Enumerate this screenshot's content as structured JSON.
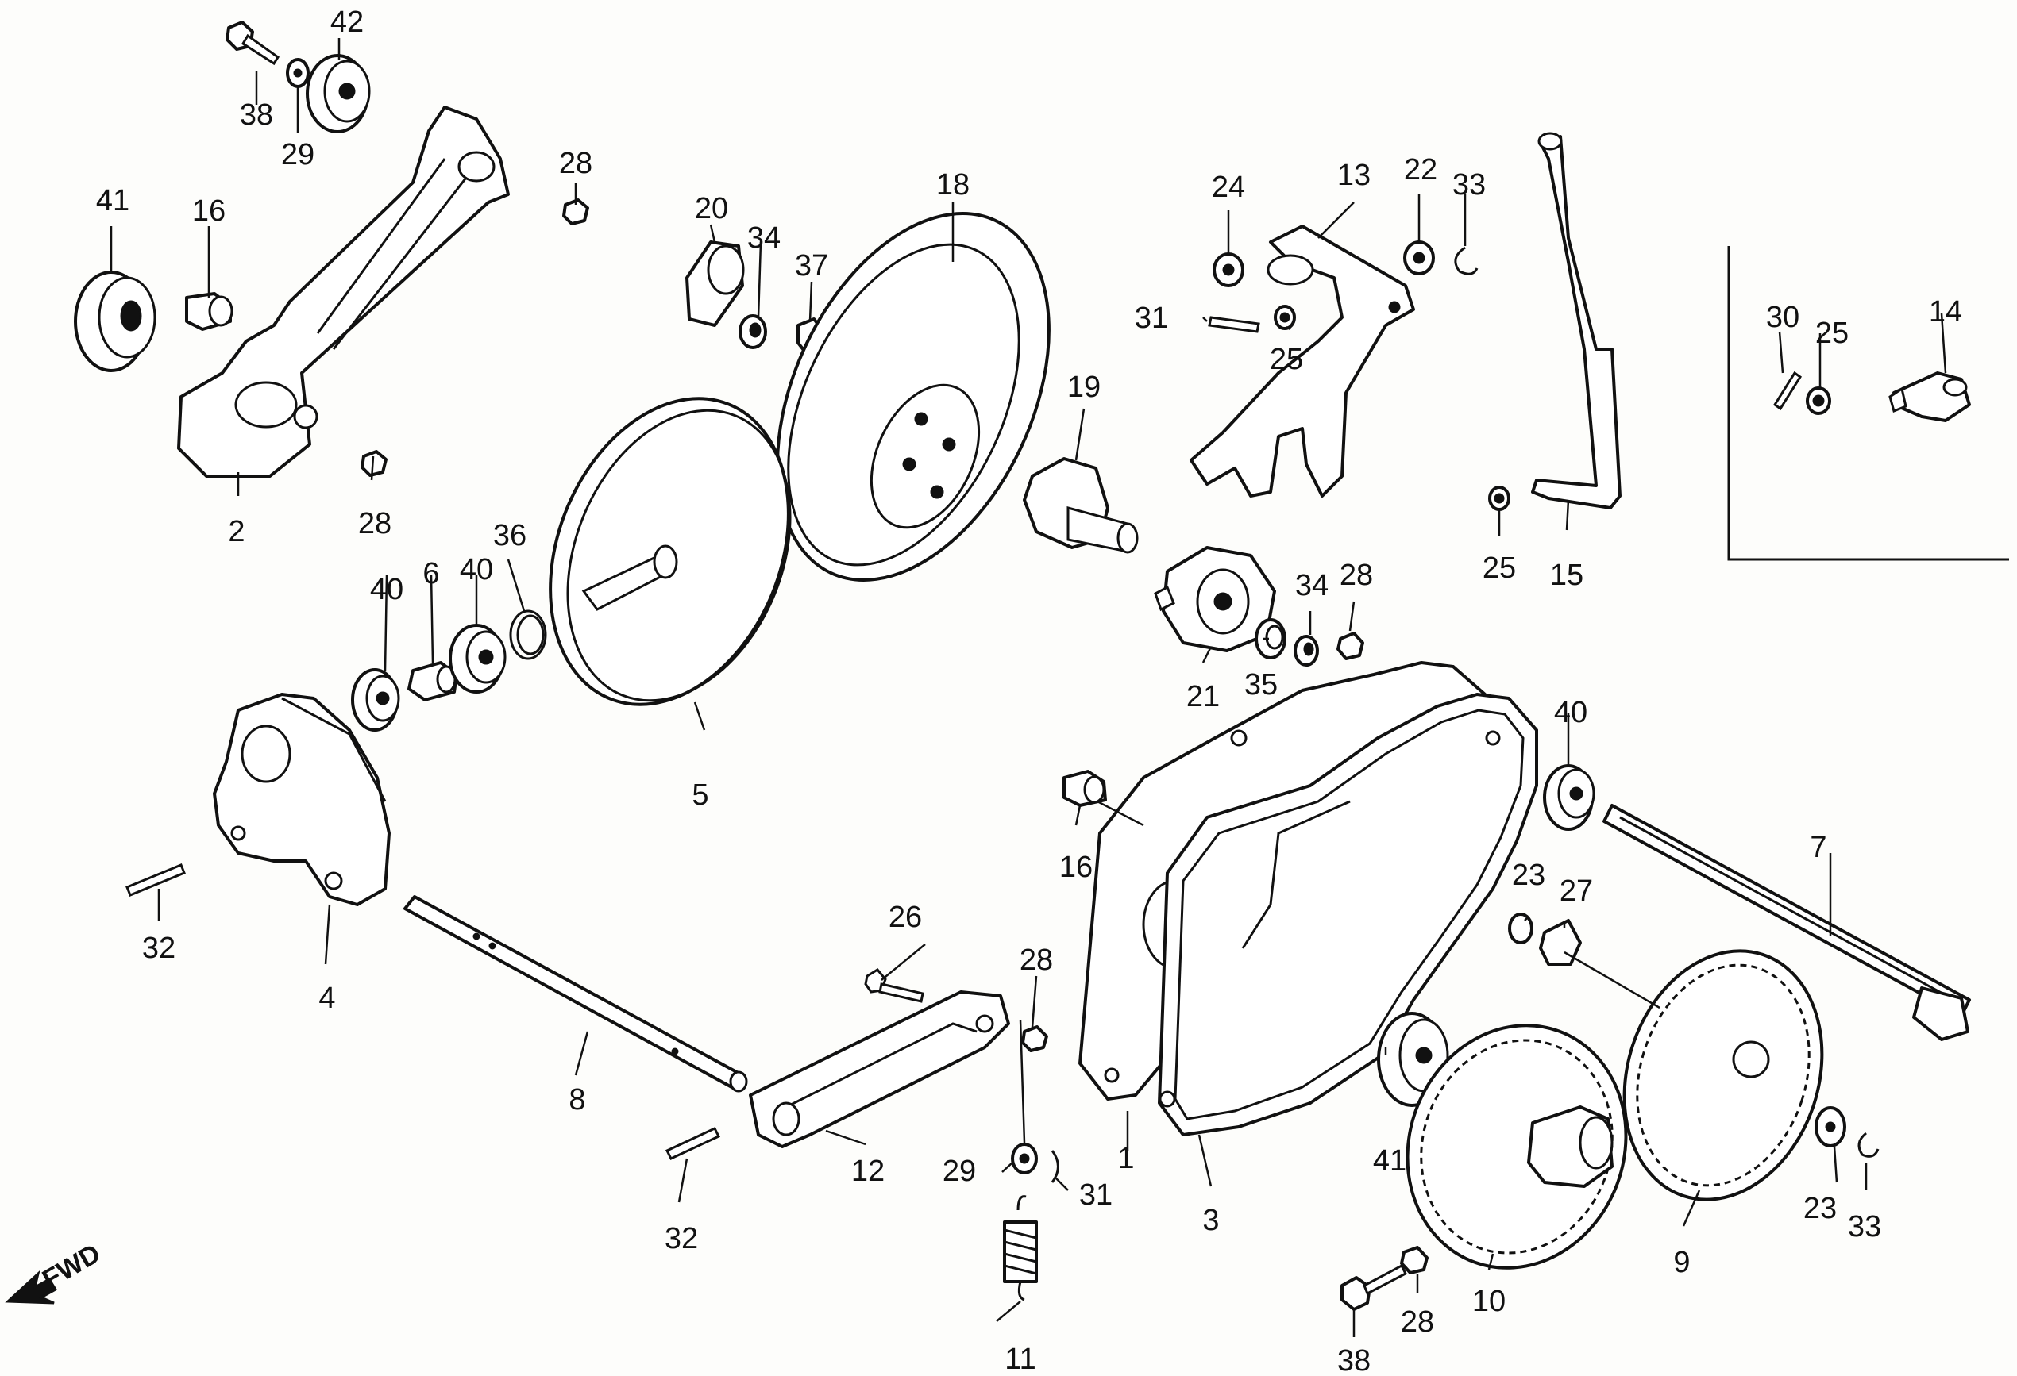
{
  "direction_label": "FWD",
  "callouts": [
    "42",
    "38",
    "29",
    "28",
    "41",
    "16",
    "2",
    "20",
    "34",
    "37",
    "18",
    "24",
    "13",
    "22",
    "33",
    "31",
    "25",
    "19",
    "25",
    "15",
    "30",
    "25",
    "14",
    "28",
    "40",
    "6",
    "40",
    "36",
    "5",
    "21",
    "35",
    "34",
    "28",
    "40",
    "4",
    "32",
    "16",
    "7",
    "23",
    "27",
    "26",
    "28",
    "8",
    "12",
    "29",
    "31",
    "1",
    "3",
    "41",
    "9",
    "23",
    "33",
    "32",
    "10",
    "11",
    "38",
    "28"
  ],
  "inset_callouts": [
    "30",
    "25",
    "14"
  ]
}
